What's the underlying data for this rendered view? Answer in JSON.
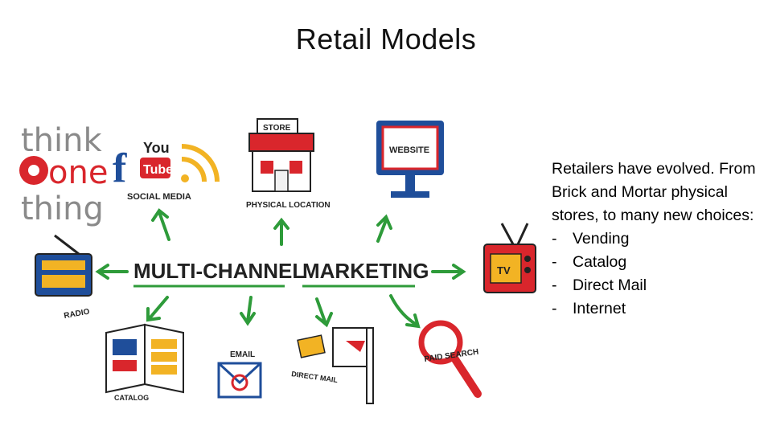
{
  "slide": {
    "title": "Retail Models",
    "body_intro": "Retailers have evolved. From Brick and Mortar physical stores, to many new choices:",
    "bullets": [
      "Vending",
      "Catalog",
      "Direct Mail",
      "Internet"
    ],
    "bullet_marker": "-"
  },
  "figure": {
    "logo_lines": [
      "think",
      "one",
      "thing"
    ],
    "center_words": [
      "MULTI-CHANNEL",
      "MARKETING"
    ],
    "labels": {
      "social_media": "SOCIAL MEDIA",
      "physical_location": "PHYSICAL LOCATION",
      "website": "WEBSITE",
      "store": "STORE",
      "radio": "RADIO",
      "tv": "TV",
      "catalog": "CATALOG",
      "email": "EMAIL",
      "direct_mail": "DIRECT MAIL",
      "paid_search": "PAID SEARCH",
      "youtube_you": "You",
      "youtube_tube": "Tube",
      "facebook": "f"
    },
    "colors": {
      "arrow": "#2e9b3a",
      "red": "#d9262c",
      "blue": "#1f4e9a",
      "yellow": "#f2b324"
    }
  }
}
